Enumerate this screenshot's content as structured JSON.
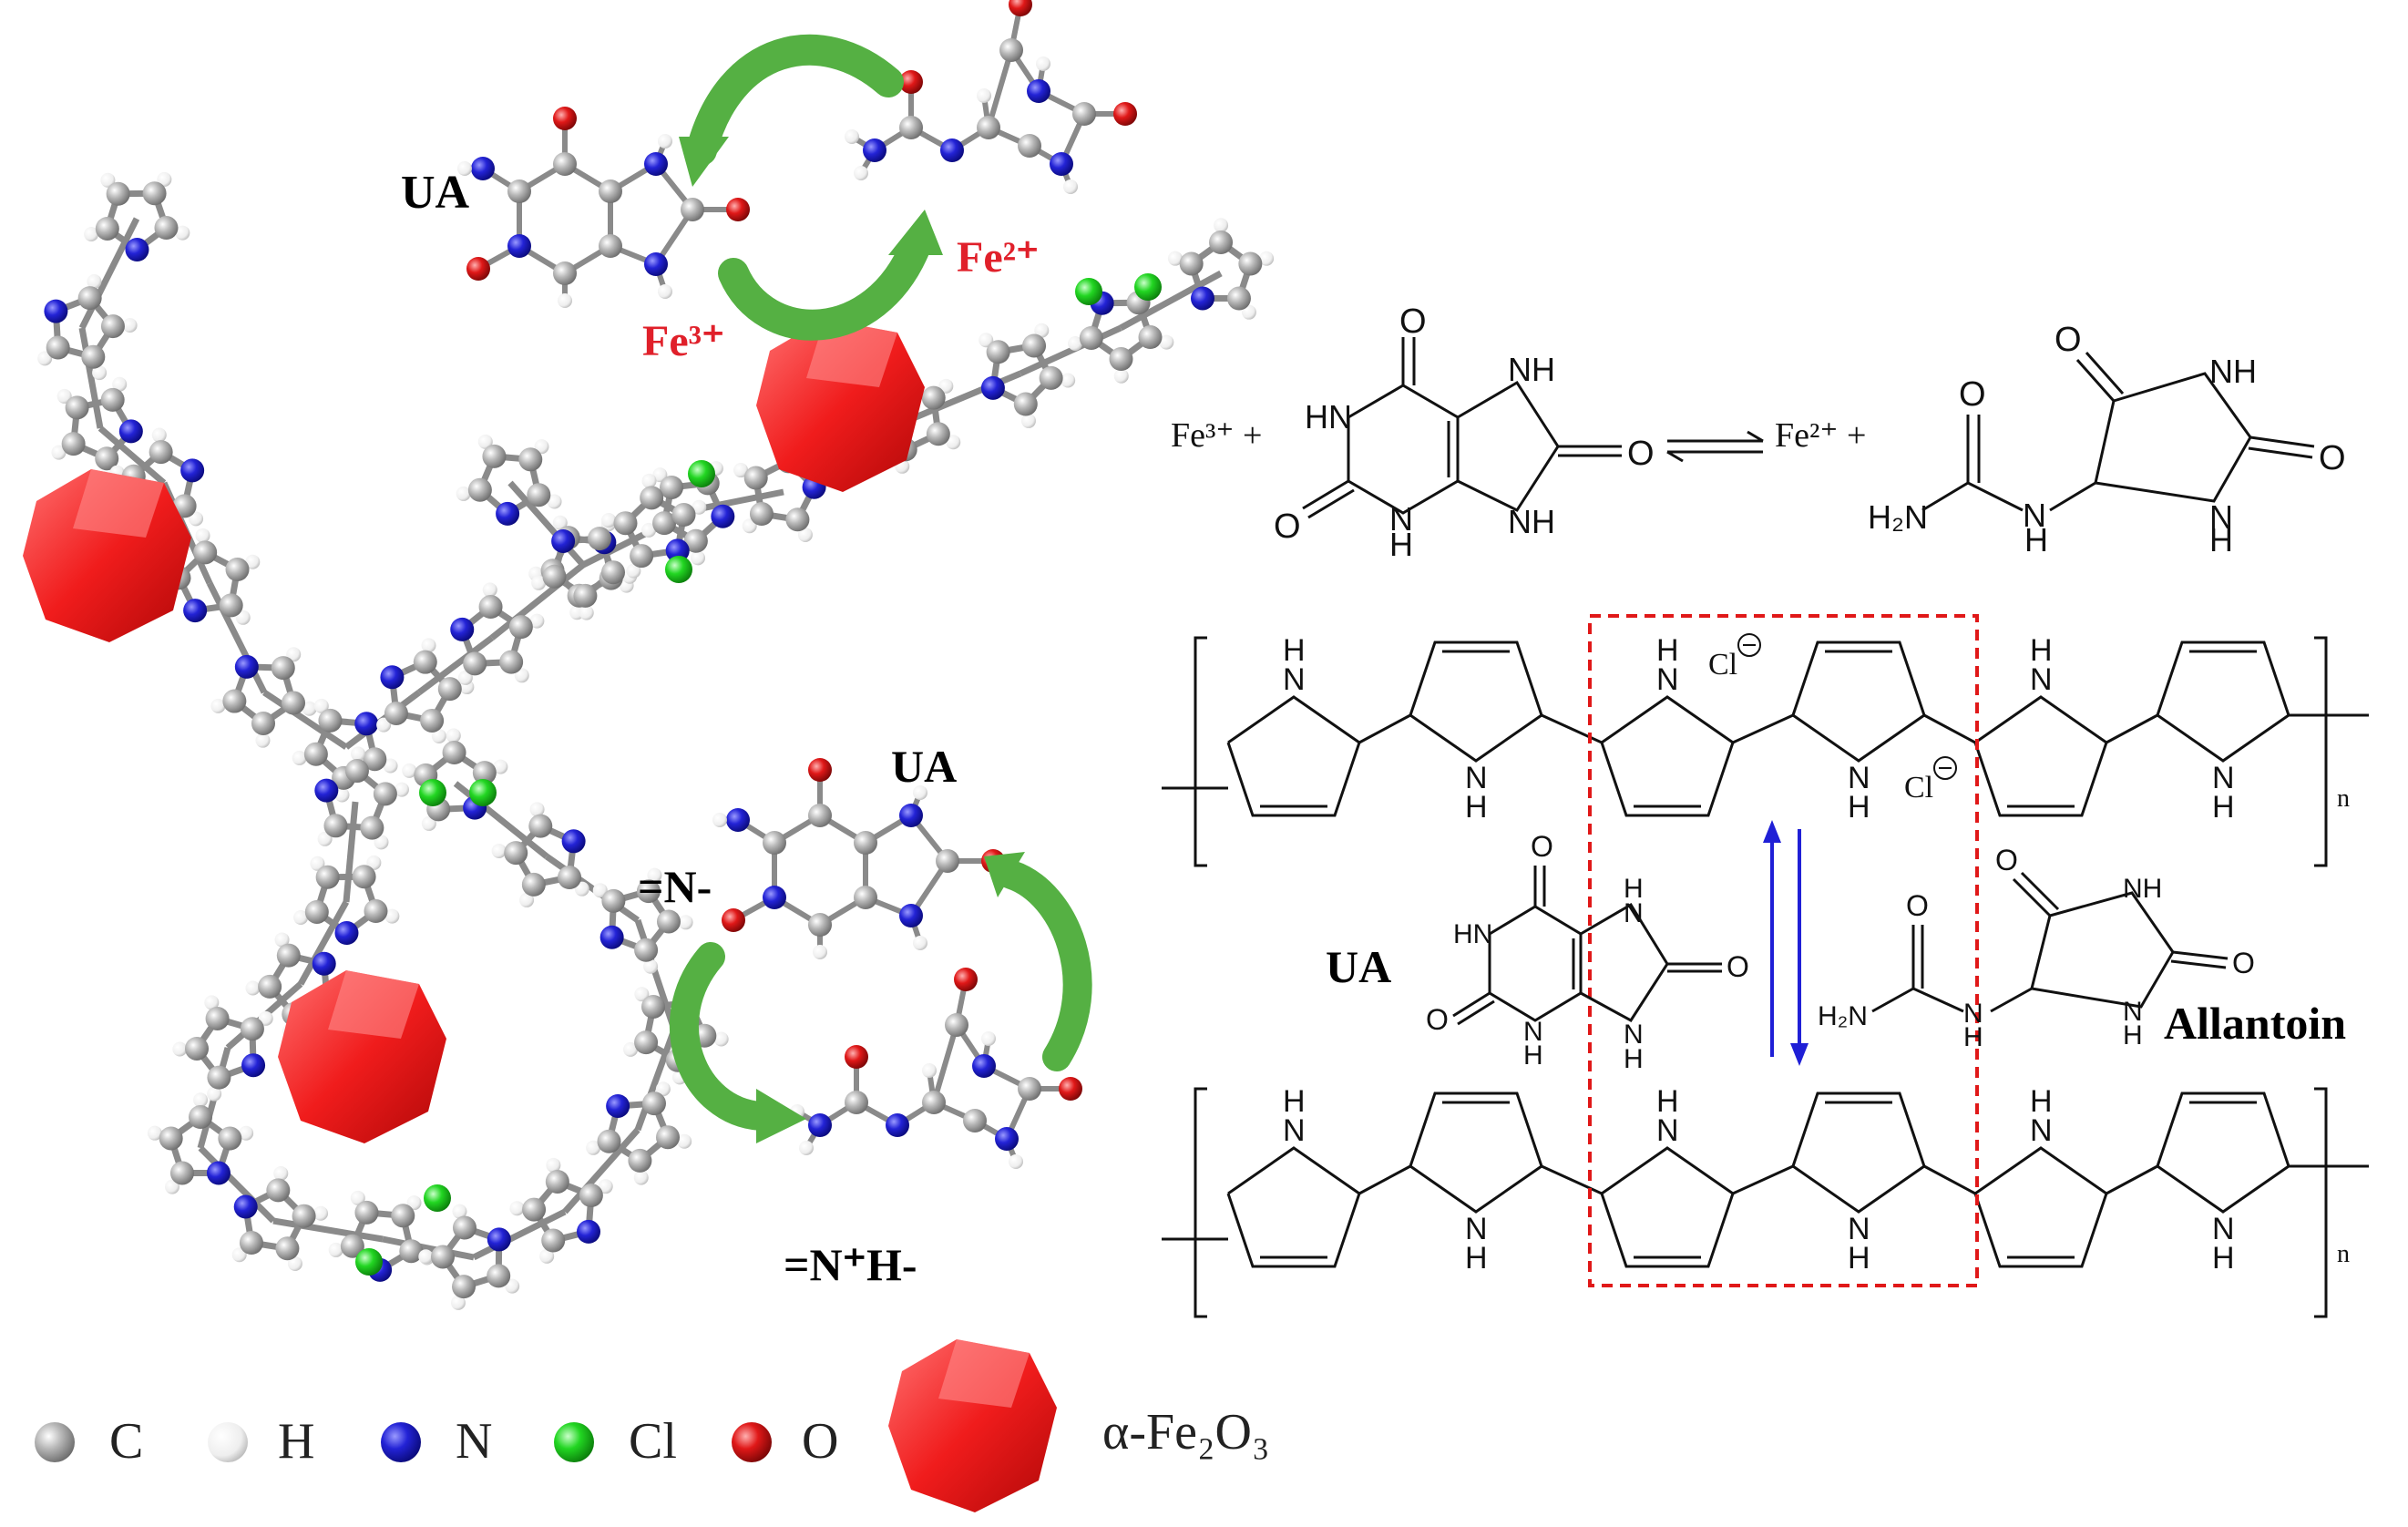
{
  "colors": {
    "carbon": "#9a9a9a",
    "hydrogen": "#f4f4f4",
    "nitrogen": "#2323d6",
    "chlorine": "#22d622",
    "oxygen": "#e01818",
    "fe2o3": "#f02020",
    "arrow_green": "#55b043",
    "box_red": "#e01818",
    "equilibrium_blue": "#1f1fd6"
  },
  "labels": {
    "ua_top": "UA",
    "fe3_top": "Fe³⁺",
    "fe2_top": "Fe²⁺",
    "ua_mid": "UA",
    "n_imine": "=N-",
    "n_protonated": "=N⁺H-",
    "ua_right": "UA",
    "allantoin": "Allantoin",
    "fe3_eq": "Fe³⁺ +",
    "fe2_eq": "Fe²⁺ +",
    "cl_minus_a": "Cl",
    "cl_minus_b": "Cl",
    "subscript_n": "n"
  },
  "atoms": {
    "HN": "HN",
    "NH": "NH",
    "H": "H",
    "N": "N",
    "O": "O",
    "H2N": "H₂N"
  },
  "legend": [
    {
      "element": "C",
      "color_key": "carbon"
    },
    {
      "element": "H",
      "color_key": "hydrogen"
    },
    {
      "element": "N",
      "color_key": "nitrogen"
    },
    {
      "element": "Cl",
      "color_key": "chlorine"
    },
    {
      "element": "O",
      "color_key": "oxygen"
    },
    {
      "element": "α-Fe₂O₃",
      "color_key": "fe2o3"
    }
  ]
}
